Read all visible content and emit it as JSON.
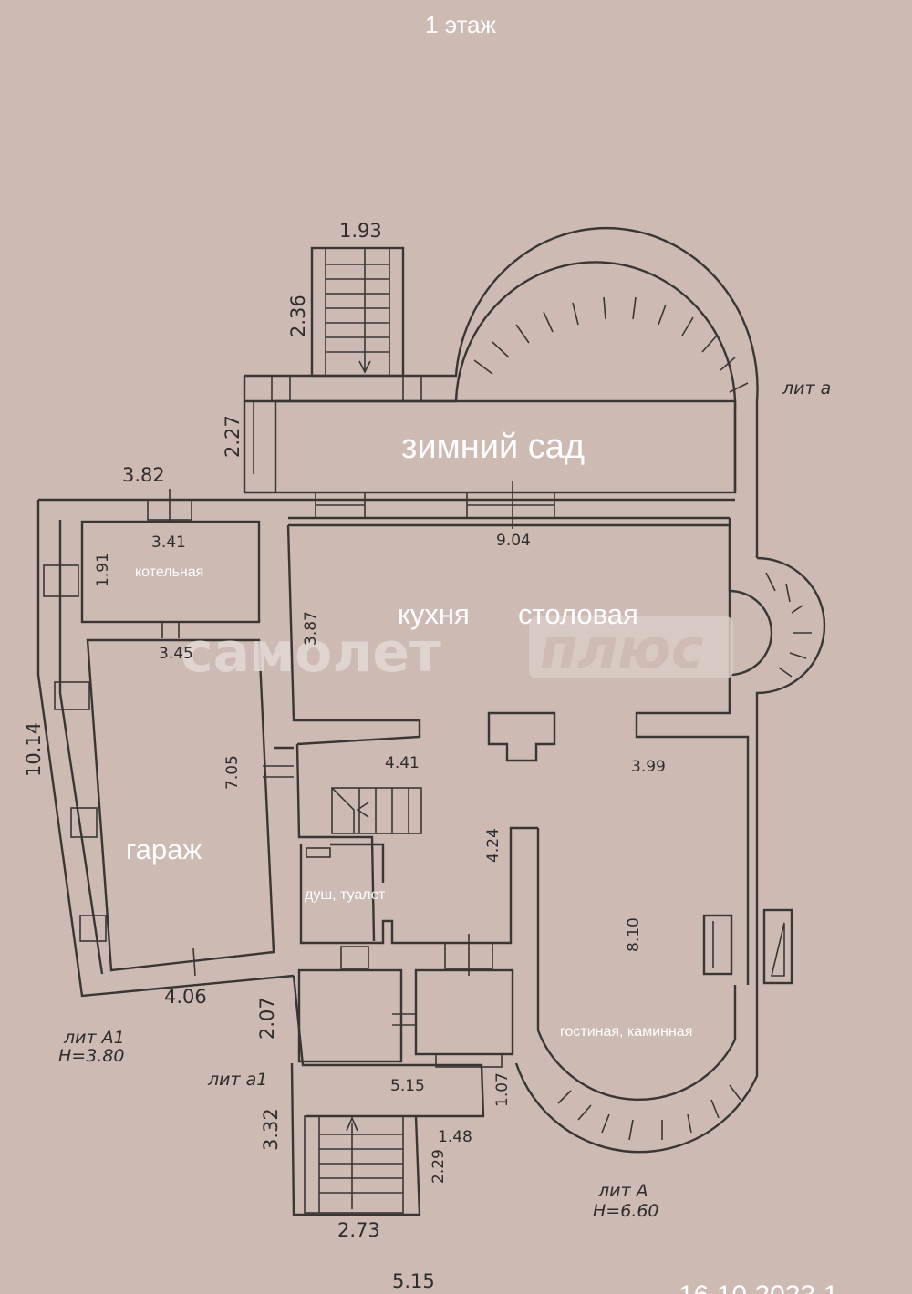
{
  "header": {
    "title": "1 этаж"
  },
  "rooms": {
    "winter_garden": "зимний сад",
    "boiler": "котельная",
    "kitchen": "кухня",
    "dining": "столовая",
    "garage": "гараж",
    "bathroom": "душ, туалет",
    "living": "гостиная, каминная"
  },
  "dimensions": {
    "stair_top_width": "1.93",
    "stair_top_length": "2.36",
    "garden_side": "2.27",
    "left_wing_width": "3.82",
    "boiler_width": "3.41",
    "boiler_length": "1.91",
    "kitchen_width": "9.04",
    "kitchen_length": "3.87",
    "garage_top": "3.45",
    "total_length": "10.14",
    "garage_length": "7.05",
    "hall_width": "4.41",
    "hall_length": "4.24",
    "living_width": "3.99",
    "living_length": "8.10",
    "garage_bottom": "4.06",
    "lower_side": "2.07",
    "vestibule_width": "5.15",
    "vestibule_length": "1.07",
    "stair_bottom_length": "3.32",
    "stair_bottom_small": "1.48",
    "stair_bottom_side": "2.29",
    "stair_bottom_width": "2.73",
    "footer_dimension": "5.15"
  },
  "labels": {
    "lit_a_small": "лит а",
    "lit_a1_big": "лит А1",
    "height_a1": "Н=3.80",
    "lit_a1_small": "лит а1",
    "lit_a_big": "лит А",
    "height_a": "Н=6.60"
  },
  "watermark": {
    "brand": "самолет",
    "suffix": "плюс"
  },
  "footer": {
    "date": "16.10.2023 1"
  },
  "colors": {
    "paper": "#cdbab2",
    "ink": "#3a3634",
    "label": "#ffffff"
  }
}
